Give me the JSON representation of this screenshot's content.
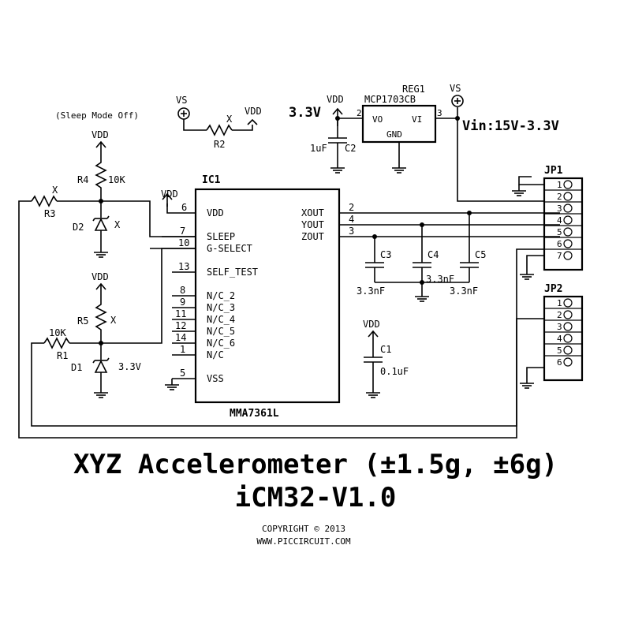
{
  "title": "XYZ Accelerometer (±1.5g, ±6g)",
  "subtitle": "iCM32-V1.0",
  "copyright": "COPYRIGHT © 2013",
  "website": "WWW.PICCIRCUIT.COM",
  "sleep_note": "(Sleep Mode Off)",
  "vin_label": "Vin:15V-3.3V",
  "v33_label": "3.3V",
  "power": {
    "vs": "VS",
    "vdd": "VDD"
  },
  "ic1": {
    "ref": "IC1",
    "part": "MMA7361L",
    "left_pins": [
      {
        "num": "6",
        "name": "VDD"
      },
      {
        "num": "7",
        "name": "SLEEP"
      },
      {
        "num": "10",
        "name": "G-SELECT"
      },
      {
        "num": "13",
        "name": "SELF_TEST"
      },
      {
        "num": "8",
        "name": "N/C_2"
      },
      {
        "num": "9",
        "name": "N/C_3"
      },
      {
        "num": "11",
        "name": "N/C_4"
      },
      {
        "num": "12",
        "name": "N/C_5"
      },
      {
        "num": "14",
        "name": "N/C_6"
      },
      {
        "num": "1",
        "name": "N/C"
      },
      {
        "num": "5",
        "name": "VSS"
      }
    ],
    "right_pins": [
      {
        "num": "2",
        "name": "XOUT"
      },
      {
        "num": "4",
        "name": "YOUT"
      },
      {
        "num": "3",
        "name": "ZOUT"
      }
    ]
  },
  "reg1": {
    "ref": "REG1",
    "part": "MCP1703CB",
    "pins": [
      {
        "num": "2",
        "name": "VO"
      },
      {
        "num": "3",
        "name": "VI"
      },
      {
        "num": "",
        "name": "GND"
      }
    ]
  },
  "resistors": [
    {
      "ref": "R1",
      "value": "10K"
    },
    {
      "ref": "R2",
      "value": "X"
    },
    {
      "ref": "R3",
      "value": "X"
    },
    {
      "ref": "R4",
      "value": "10K"
    },
    {
      "ref": "R5",
      "value": "X"
    }
  ],
  "diodes": [
    {
      "ref": "D1",
      "value": "3.3V"
    },
    {
      "ref": "D2",
      "value": "X"
    }
  ],
  "capacitors": [
    {
      "ref": "C1",
      "value": "0.1uF"
    },
    {
      "ref": "C2",
      "value": "1uF"
    },
    {
      "ref": "C3",
      "value": "3.3nF"
    },
    {
      "ref": "C4",
      "value": "3.3nF"
    },
    {
      "ref": "C5",
      "value": "3.3nF"
    }
  ],
  "jp1": {
    "ref": "JP1",
    "pins": [
      "1",
      "2",
      "3",
      "4",
      "5",
      "6",
      "7"
    ]
  },
  "jp2": {
    "ref": "JP2",
    "pins": [
      "1",
      "2",
      "3",
      "4",
      "5",
      "6"
    ]
  }
}
